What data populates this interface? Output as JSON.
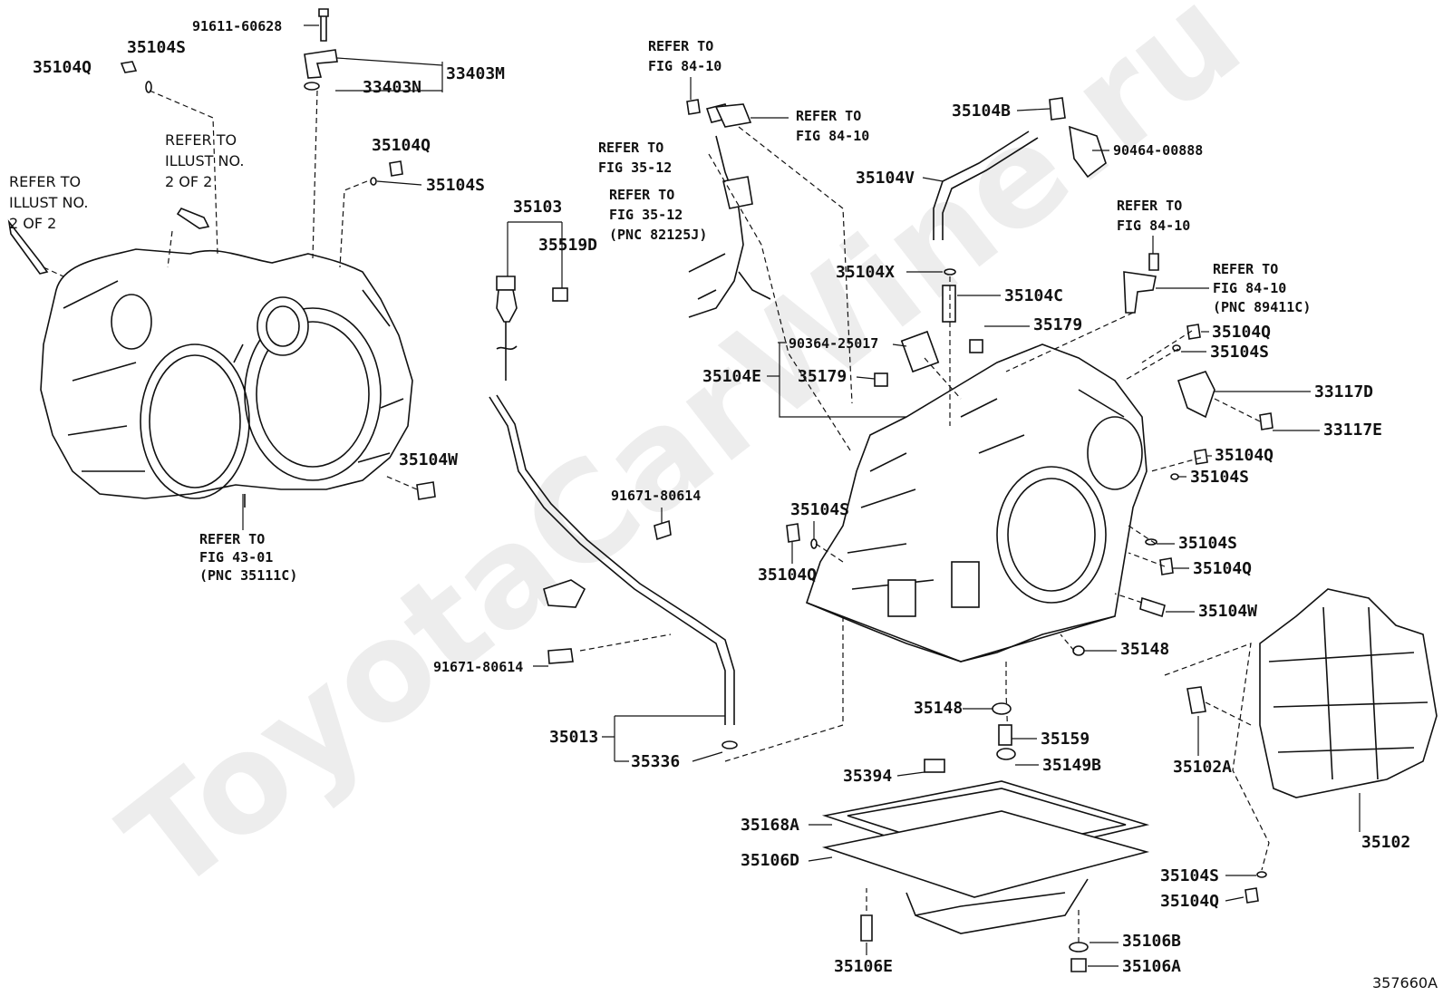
{
  "watermark": "ToyotaCarWine.ru",
  "figure_id": "357660A",
  "labels": {
    "p91611_60628": "91611-60628",
    "p33403M": "33403M",
    "p33403N": "33403N",
    "p35104S_a": "35104S",
    "p35104Q_a": "35104Q",
    "p35104Q_b": "35104Q",
    "p35104S_b": "35104S",
    "refer_illust_1": [
      "REFER TO",
      "ILLUST NO.",
      "2 OF 2"
    ],
    "refer_illust_2": [
      "REFER TO",
      "ILLUST NO.",
      "2 OF 2"
    ],
    "p35104W_a": "35104W",
    "refer_fig_43_01": [
      "REFER TO",
      "FIG 43-01",
      "(PNC 35111C)"
    ],
    "p35103": "35103",
    "p35519D": "35519D",
    "refer_fig_84_10_a": [
      "REFER TO",
      "FIG 84-10"
    ],
    "refer_fig_84_10_b": [
      "REFER TO",
      "FIG 84-10"
    ],
    "refer_fig_35_12_a": [
      "REFER TO",
      "FIG 35-12"
    ],
    "refer_fig_35_12_b": [
      "REFER TO",
      "FIG 35-12",
      "(PNC 82125J)"
    ],
    "p35104B": "35104B",
    "p90464_00888": "90464-00888",
    "p35104V": "35104V",
    "refer_fig_84_10_c": [
      "REFER TO",
      "FIG 84-10"
    ],
    "refer_fig_84_10_d": [
      "REFER TO",
      "FIG 84-10",
      "(PNC 89411C)"
    ],
    "p35104X": "35104X",
    "p35104C": "35104C",
    "p35179_a": "35179",
    "p90364_25017": "90364-25017",
    "p35104E": "35104E",
    "p35179_b": "35179",
    "p35104Q_c": "35104Q",
    "p35104S_c": "35104S",
    "p33117D": "33117D",
    "p33117E": "33117E",
    "p35104Q_d": "35104Q",
    "p35104S_d": "35104S",
    "p91671_80614_a": "91671-80614",
    "p35104S_e": "35104S",
    "p35104Q_e": "35104Q",
    "p35104S_f": "35104S",
    "p35104Q_f": "35104Q",
    "p35104W_b": "35104W",
    "p35148_a": "35148",
    "p91671_80614_b": "91671-80614",
    "p35148_b": "35148",
    "p35159": "35159",
    "p35013": "35013",
    "p35336": "35336",
    "p35394": "35394",
    "p35149B": "35149B",
    "p35102A": "35102A",
    "p35168A": "35168A",
    "p35106D": "35106D",
    "p35102": "35102",
    "p35104S_g": "35104S",
    "p35104Q_g": "35104Q",
    "p35106B": "35106B",
    "p35106E": "35106E",
    "p35106A": "35106A"
  }
}
